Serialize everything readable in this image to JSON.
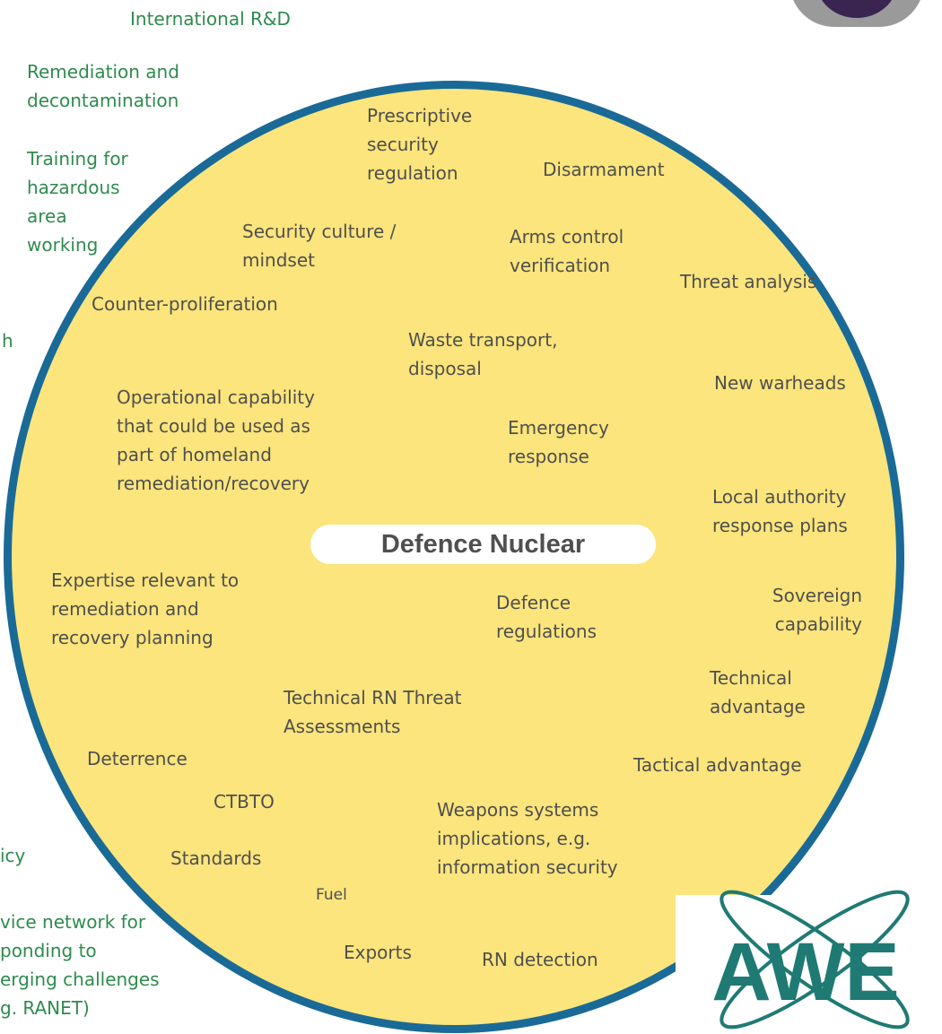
{
  "outer_labels": {
    "international_rd": "International R&D",
    "remediation": [
      "Remediation and",
      "decontamination"
    ],
    "training": [
      "Training for",
      "hazardous",
      "area",
      "working"
    ],
    "fragment_h": "h",
    "fragment_icy": "icy",
    "advice": [
      "vice network for",
      "ponding to",
      "erging challenges",
      "g. RANET)"
    ]
  },
  "center_title": "Defence Nuclear",
  "circle_labels": {
    "prescriptive": [
      "Prescriptive",
      "security",
      "regulation"
    ],
    "disarmament": "Disarmament",
    "security_culture": [
      "Security culture /",
      "mindset"
    ],
    "arms_control": [
      "Arms control",
      "verification"
    ],
    "threat_analysis": "Threat analysis",
    "counter_proliferation": "Counter-proliferation",
    "waste_transport": [
      "Waste transport,",
      "disposal"
    ],
    "new_warheads": "New warheads",
    "operational_capability": [
      "Operational capability",
      "that could be used as",
      "part of homeland",
      "remediation/recovery"
    ],
    "emergency_response": [
      "Emergency",
      "response"
    ],
    "local_authority": [
      "Local authority",
      "response plans"
    ],
    "expertise": [
      "Expertise relevant to",
      "remediation and",
      "recovery planning"
    ],
    "defence_regulations": [
      "Defence",
      "regulations"
    ],
    "sovereign_capability": [
      "Sovereign",
      "capability"
    ],
    "technical_rn": [
      "Technical RN Threat",
      "Assessments"
    ],
    "technical_advantage": [
      "Technical",
      "advantage"
    ],
    "deterrence": "Deterrence",
    "tactical_advantage": "Tactical advantage",
    "ctbto": "CTBTO",
    "weapons_systems": [
      "Weapons systems",
      "implications, e.g.",
      "information security"
    ],
    "standards": "Standards",
    "fuel": "Fuel",
    "exports": "Exports",
    "rn_detection": "RN detection"
  },
  "logo": {
    "text": "AWE",
    "color": "#1f7a74"
  },
  "colors": {
    "circle_fill": "#fbe57c",
    "circle_border": "#1a6a97",
    "outer_text": "#2e8b4e",
    "inner_text": "#4f4f4f"
  }
}
